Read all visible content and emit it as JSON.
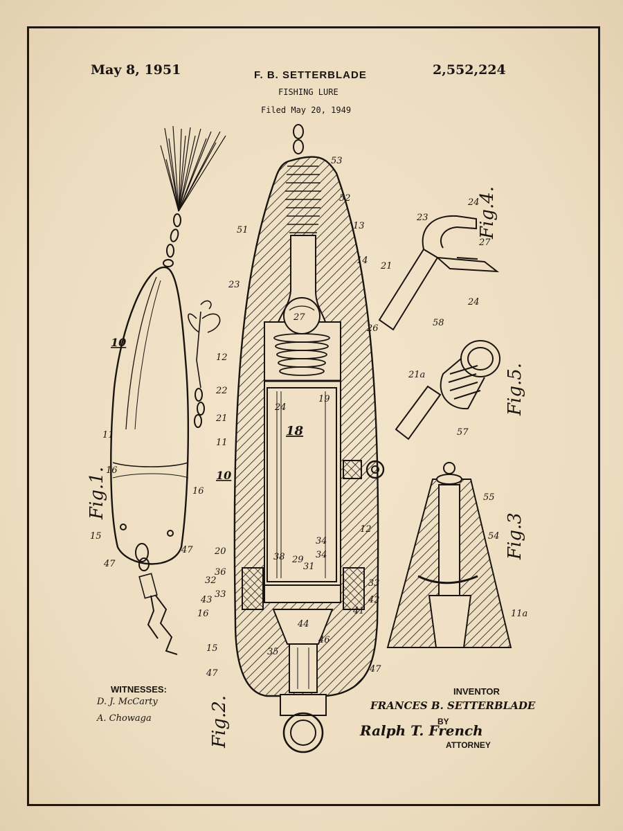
{
  "header": {
    "date": "May 8, 1951",
    "inventor_name": "F. B. SETTERBLADE",
    "patent_number": "2,552,224",
    "title": "FISHING LURE",
    "filed": "Filed May 20, 1949"
  },
  "figures": {
    "fig1": "Fig.1.",
    "fig2": "Fig.2.",
    "fig3": "Fig.3",
    "fig4": "Fig.4.",
    "fig5": "Fig.5."
  },
  "reference_numerals": {
    "fig1": [
      "10",
      "11",
      "16",
      "16",
      "15",
      "47",
      "47"
    ],
    "fig2": [
      "53",
      "52",
      "51",
      "13",
      "14",
      "23",
      "27",
      "26",
      "12",
      "22",
      "24",
      "19",
      "21",
      "18",
      "11",
      "10",
      "20",
      "12",
      "34",
      "38",
      "29",
      "31",
      "34",
      "36",
      "32",
      "33",
      "43",
      "16",
      "33",
      "42",
      "41",
      "44",
      "15",
      "35",
      "46",
      "47",
      "47"
    ],
    "fig3": [
      "55",
      "54",
      "11a"
    ],
    "fig4": [
      "23",
      "24",
      "27",
      "21",
      "24"
    ],
    "fig5": [
      "58",
      "21a",
      "57"
    ]
  },
  "footer": {
    "witnesses_label": "WITNESSES:",
    "witness_1": "D. J. McCarty",
    "witness_2": "A. Chowaga",
    "inventor_label": "INVENTOR",
    "inventor_signature": "FRANCES B. SETTERBLADE",
    "by_label": "BY",
    "attorney_signature": "Ralph T. French",
    "attorney_label": "ATTORNEY"
  },
  "colors": {
    "paper": "#efe0c6",
    "ink": "#1a1410",
    "frame": "#1e1712"
  }
}
